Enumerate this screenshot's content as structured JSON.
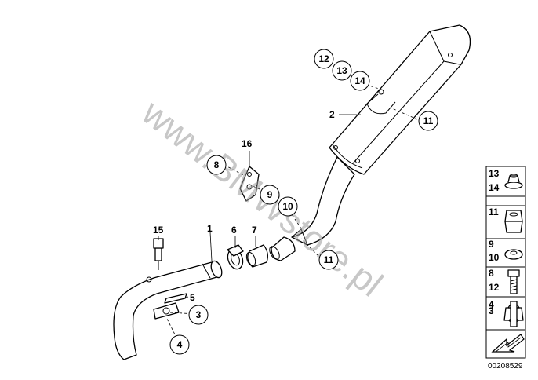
{
  "watermark": "www.BMWstore.pl",
  "diagram_number": "00208529",
  "callouts": [
    {
      "id": "c1",
      "text": "1",
      "circled": false
    },
    {
      "id": "c2",
      "text": "2",
      "circled": false
    },
    {
      "id": "c3",
      "text": "3",
      "circled": true
    },
    {
      "id": "c4",
      "text": "4",
      "circled": true
    },
    {
      "id": "c5",
      "text": "5",
      "circled": false
    },
    {
      "id": "c6",
      "text": "6",
      "circled": false
    },
    {
      "id": "c7",
      "text": "7",
      "circled": false
    },
    {
      "id": "c8",
      "text": "8",
      "circled": true
    },
    {
      "id": "c9",
      "text": "9",
      "circled": true
    },
    {
      "id": "c10",
      "text": "10",
      "circled": true
    },
    {
      "id": "c11a",
      "text": "11",
      "circled": true
    },
    {
      "id": "c11b",
      "text": "11",
      "circled": true
    },
    {
      "id": "c12",
      "text": "12",
      "circled": true
    },
    {
      "id": "c13",
      "text": "13",
      "circled": true
    },
    {
      "id": "c14",
      "text": "14",
      "circled": true
    },
    {
      "id": "c15",
      "text": "15",
      "circled": false
    },
    {
      "id": "c16",
      "text": "16",
      "circled": false
    }
  ],
  "legend": [
    {
      "labels": [
        "13",
        "14"
      ],
      "icon": "rubber-grommet-icon"
    },
    {
      "labels": [
        "11"
      ],
      "icon": "hex-nut-icon"
    },
    {
      "labels": [
        "9",
        "10"
      ],
      "icon": "washer-icon"
    },
    {
      "labels": [
        "8",
        "12"
      ],
      "icon": "hex-bolt-icon"
    },
    {
      "labels": [
        "4"
      ],
      "icon": "cap-nut-icon"
    },
    {
      "labels": [
        "3"
      ],
      "icon": "stud-bolt-icon"
    },
    {
      "labels": [],
      "icon": "direction-arrow-icon"
    }
  ]
}
